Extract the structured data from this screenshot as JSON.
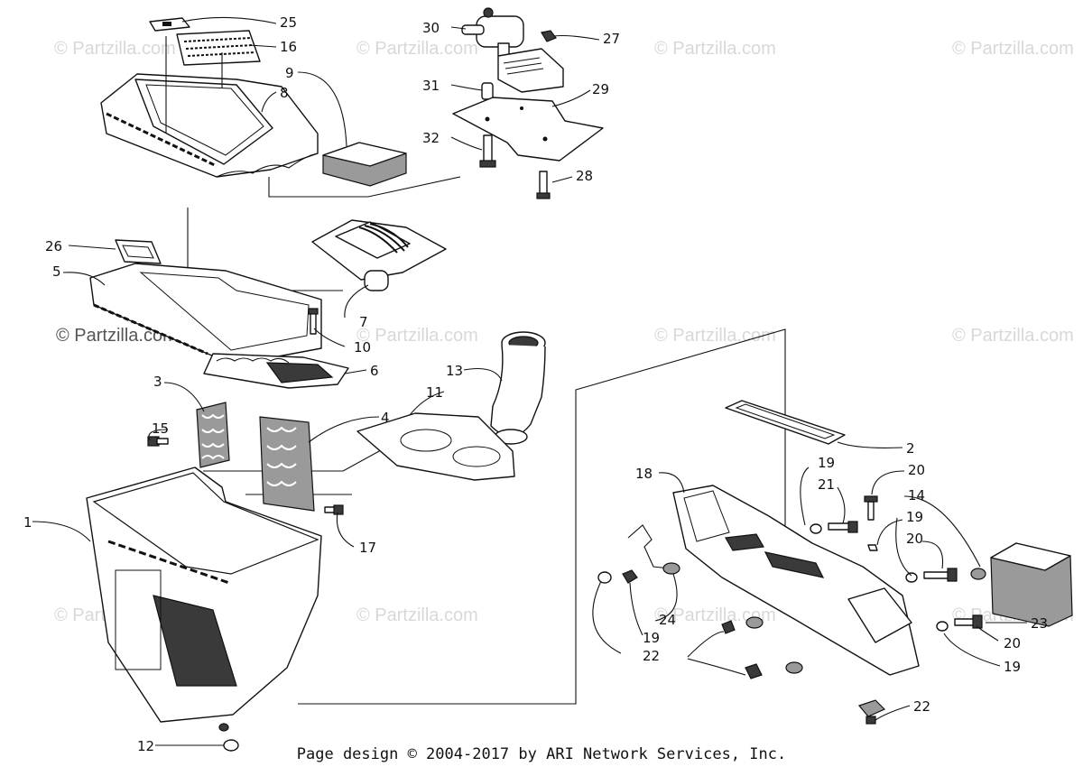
{
  "watermark_text": "© Partzilla.com",
  "footer_text": "Page design © 2004-2017 by ARI Network Services, Inc.",
  "callouts": {
    "c1": "1",
    "c2": "2",
    "c3": "3",
    "c4": "4",
    "c5": "5",
    "c6": "6",
    "c7": "7",
    "c8": "8",
    "c9": "9",
    "c10": "10",
    "c11": "11",
    "c12": "12",
    "c13": "13",
    "c14": "14",
    "c15": "15",
    "c16": "16",
    "c17": "17",
    "c18": "18",
    "c19a": "19",
    "c19b": "19",
    "c19c": "19",
    "c19d": "19",
    "c20a": "20",
    "c20b": "20",
    "c20c": "20",
    "c21": "21",
    "c22a": "22",
    "c22b": "22",
    "c23": "23",
    "c24": "24",
    "c25": "25",
    "c26": "26",
    "c27": "27",
    "c28": "28",
    "c29": "29",
    "c30": "30",
    "c31": "31",
    "c32": "32"
  }
}
